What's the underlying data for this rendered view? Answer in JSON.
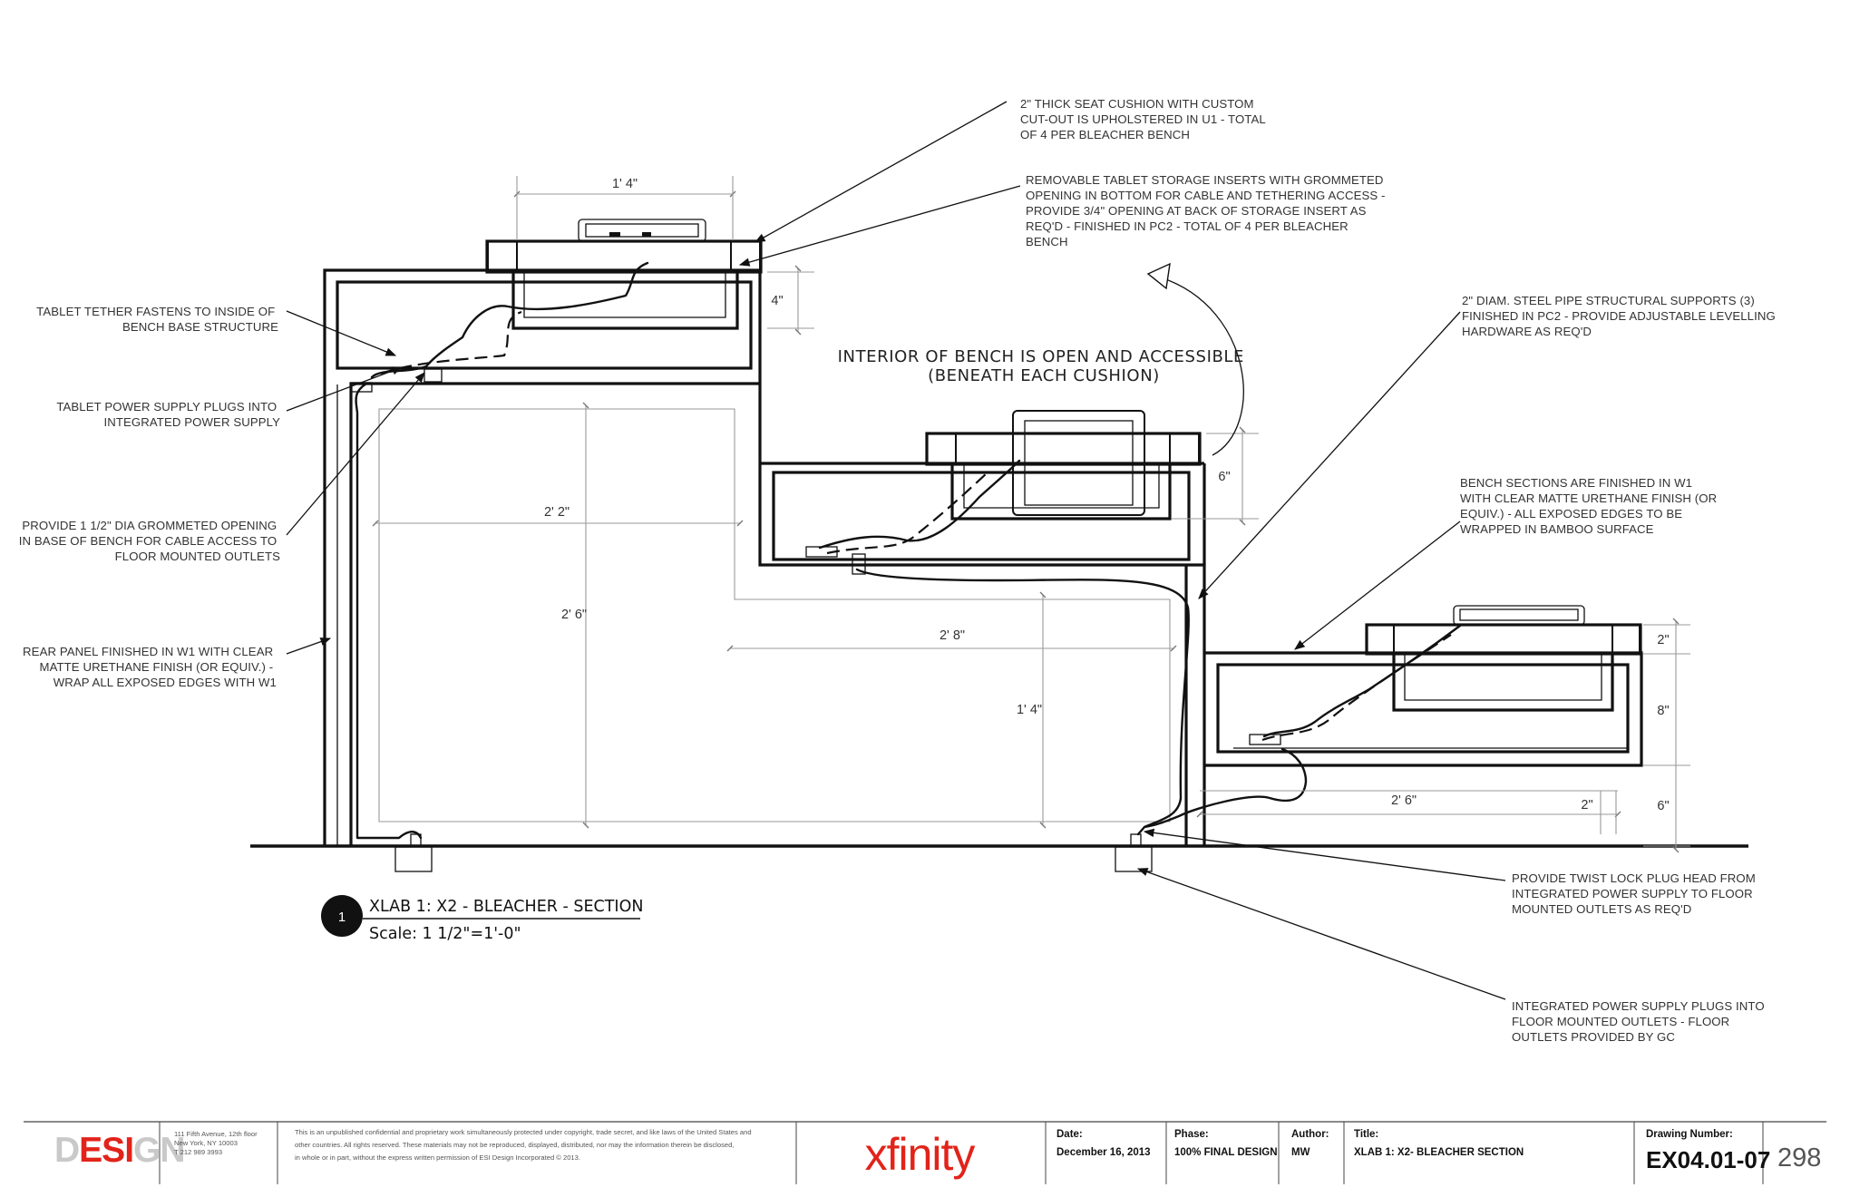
{
  "notes": {
    "seat_cushion": [
      "2\" THICK SEAT CUSHION WITH CUSTOM",
      "CUT-OUT IS UPHOLSTERED IN U1 - TOTAL",
      "OF 4 PER BLEACHER BENCH"
    ],
    "tablet_inserts": [
      "REMOVABLE TABLET STORAGE INSERTS WITH GROMMETED",
      "OPENING IN BOTTOM FOR CABLE AND TETHERING ACCESS -",
      "PROVIDE 3/4\" OPENING AT BACK OF STORAGE INSERT AS",
      "REQ'D - FINISHED IN PC2 - TOTAL OF 4 PER BLEACHER",
      "BENCH"
    ],
    "tablet_tether": [
      "TABLET TETHER FASTENS TO INSIDE OF",
      "BENCH  BASE STRUCTURE"
    ],
    "tablet_power": [
      "TABLET POWER SUPPLY PLUGS INTO",
      "INTEGRATED POWER SUPPLY"
    ],
    "grommet_opening": [
      "PROVIDE 1 1/2\" DIA GROMMETED OPENING",
      "IN BASE OF BENCH FOR CABLE ACCESS TO",
      "FLOOR MOUNTED OUTLETS"
    ],
    "rear_panel": [
      "REAR PANEL FINISHED IN W1 WITH CLEAR",
      "MATTE URETHANE FINISH (OR EQUIV.) -",
      "WRAP ALL EXPOSED EDGES WITH W1"
    ],
    "interior_open": [
      "INTERIOR OF BENCH IS OPEN AND ACCESSIBLE",
      "(BENEATH EACH CUSHION)"
    ],
    "steel_pipe": [
      "2\" DIAM. STEEL PIPE STRUCTURAL SUPPORTS (3)",
      "FINISHED IN PC2 - PROVIDE ADJUSTABLE LEVELLING",
      "HARDWARE AS REQ'D"
    ],
    "bench_sections": [
      "BENCH SECTIONS ARE FINISHED IN W1",
      "WITH CLEAR MATTE URETHANE FINISH (OR",
      "EQUIV.) - ALL EXPOSED EDGES TO BE",
      "WRAPPED IN BAMBOO SURFACE"
    ],
    "twist_lock": [
      "PROVIDE TWIST LOCK PLUG HEAD FROM",
      "INTEGRATED POWER SUPPLY TO FLOOR",
      "MOUNTED OUTLETS AS REQ'D"
    ],
    "integrated_power": [
      "INTEGRATED POWER SUPPLY PLUGS INTO",
      "FLOOR MOUNTED OUTLETS - FLOOR",
      "OUTLETS PROVIDED BY GC"
    ]
  },
  "dimensions": {
    "top_width": "1' 4\"",
    "insert_depth": "4\"",
    "high_width": "2' 2\"",
    "high_height": "2' 6\"",
    "mid_width": "2' 8\"",
    "mid_height": "1' 4\"",
    "mid_cushion_offset": "6\"",
    "low_width": "2' 6\"",
    "low_edge": "2\"",
    "low_cushion": "2\"",
    "low_box": "8\"",
    "low_base": "6\""
  },
  "section": {
    "number": "1",
    "title": "XLAB 1: X2 - BLEACHER - SECTION",
    "scale": "Scale: 1 1/2\"=1'-0\""
  },
  "title_block": {
    "logo": "DESIGN",
    "address": [
      "111 Fifth Avenue, 12th floor",
      "New York, NY 10003",
      "T 212 989 3993"
    ],
    "legal": [
      "This is an unpublished confidential and proprietary work simultaneously protected under copyright, trade secret, and like laws of the United States and",
      "other countries. All rights reserved. These materials may not be reproduced, displayed, distributed, nor may the information therein be disclosed,",
      "in whole or in part, without the express written permission of ESI Design Incorporated © 2013."
    ],
    "client_logo": "xfinity",
    "date_label": "Date:",
    "date_value": "December 16, 2013",
    "phase_label": "Phase:",
    "phase_value": "100% FINAL DESIGN",
    "author_label": "Author:",
    "author_value": "MW",
    "title_label": "Title:",
    "title_value": "XLAB 1: X2- BLEACHER SECTION",
    "drawing_label": "Drawing Number:",
    "drawing_value": "EX04.01-07",
    "page_number": "298",
    "colors": {
      "logo_grey": "#c9c9c9",
      "logo_red": "#e2231a",
      "xfinity_red": "#e2231a"
    }
  }
}
